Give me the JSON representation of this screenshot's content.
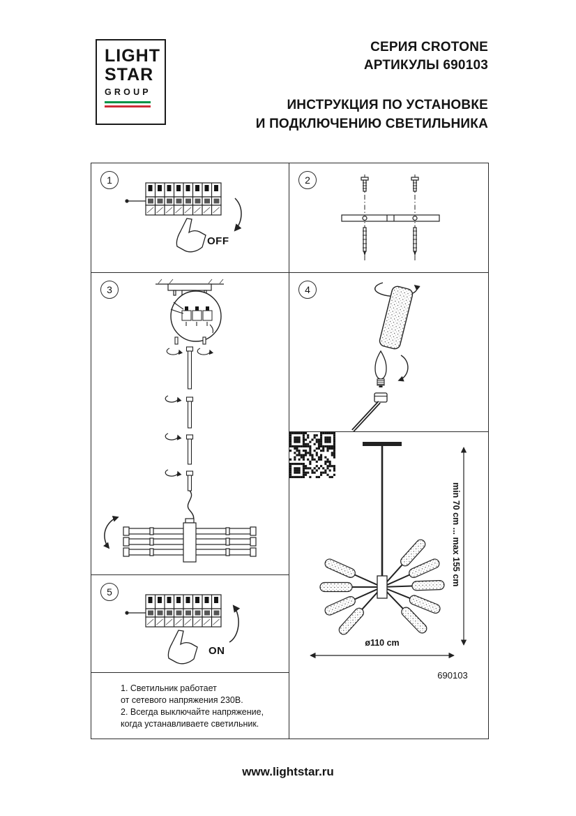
{
  "logo": {
    "word1": "LIGHT",
    "word2": "STAR",
    "word3": "GROUP",
    "flag_green": "#009246",
    "flag_white": "#ffffff",
    "flag_red": "#ce2b37"
  },
  "header": {
    "series": "СЕРИЯ CROTONE",
    "articles": "АРТИКУЛЫ 690103",
    "instruction1": "ИНСТРУКЦИЯ ПО УСТАНОВКЕ",
    "instruction2": "И ПОДКЛЮЧЕНИЮ СВЕТИЛЬНИКА"
  },
  "steps": {
    "one": "1",
    "two": "2",
    "three": "3",
    "four": "4",
    "five": "5"
  },
  "labels": {
    "off": "OFF",
    "on": "ON"
  },
  "notes": {
    "l1": "1. Светильник работает",
    "l2": "от сетевого напряжения 230В.",
    "l3": "2. Всегда выключайте напряжение,",
    "l4": "когда устанавливаете светильник."
  },
  "product": {
    "height_range": "min 70 cm ... max 155 cm",
    "diameter": "ø110 cm",
    "article": "690103"
  },
  "footer": {
    "url": "www.lightstar.ru"
  }
}
